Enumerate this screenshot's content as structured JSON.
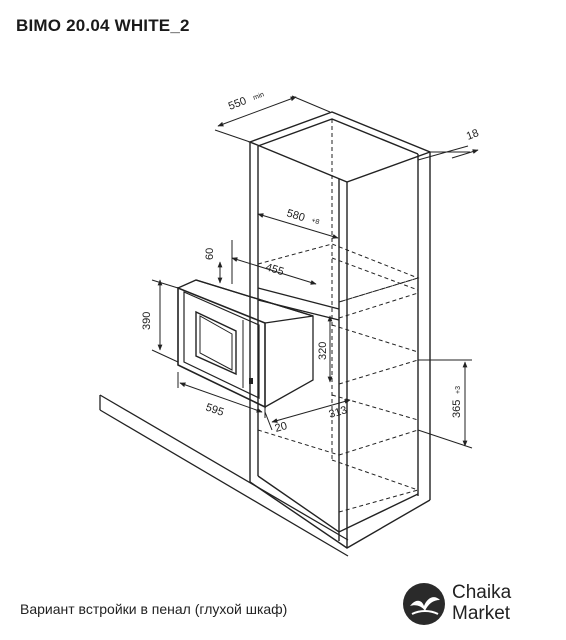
{
  "header": {
    "title": "BIMO 20.04 WHITE_2"
  },
  "caption": "Вариант встройки в пенал (глухой шкаф)",
  "logo": {
    "line1": "Chaika",
    "line2": "Market",
    "icon": "seagull-icon"
  },
  "dimensions": {
    "cabinet_depth": "550",
    "cabinet_depth_note": "min",
    "panel_thickness": "18",
    "niche_width": "580",
    "niche_width_tol": "+8",
    "top_gap": "60",
    "device_depth": "455",
    "device_height": "390",
    "inner_height": "320",
    "niche_height": "365",
    "niche_height_tol": "+3",
    "device_width": "595",
    "front_offset": "20",
    "side_depth": "313"
  }
}
